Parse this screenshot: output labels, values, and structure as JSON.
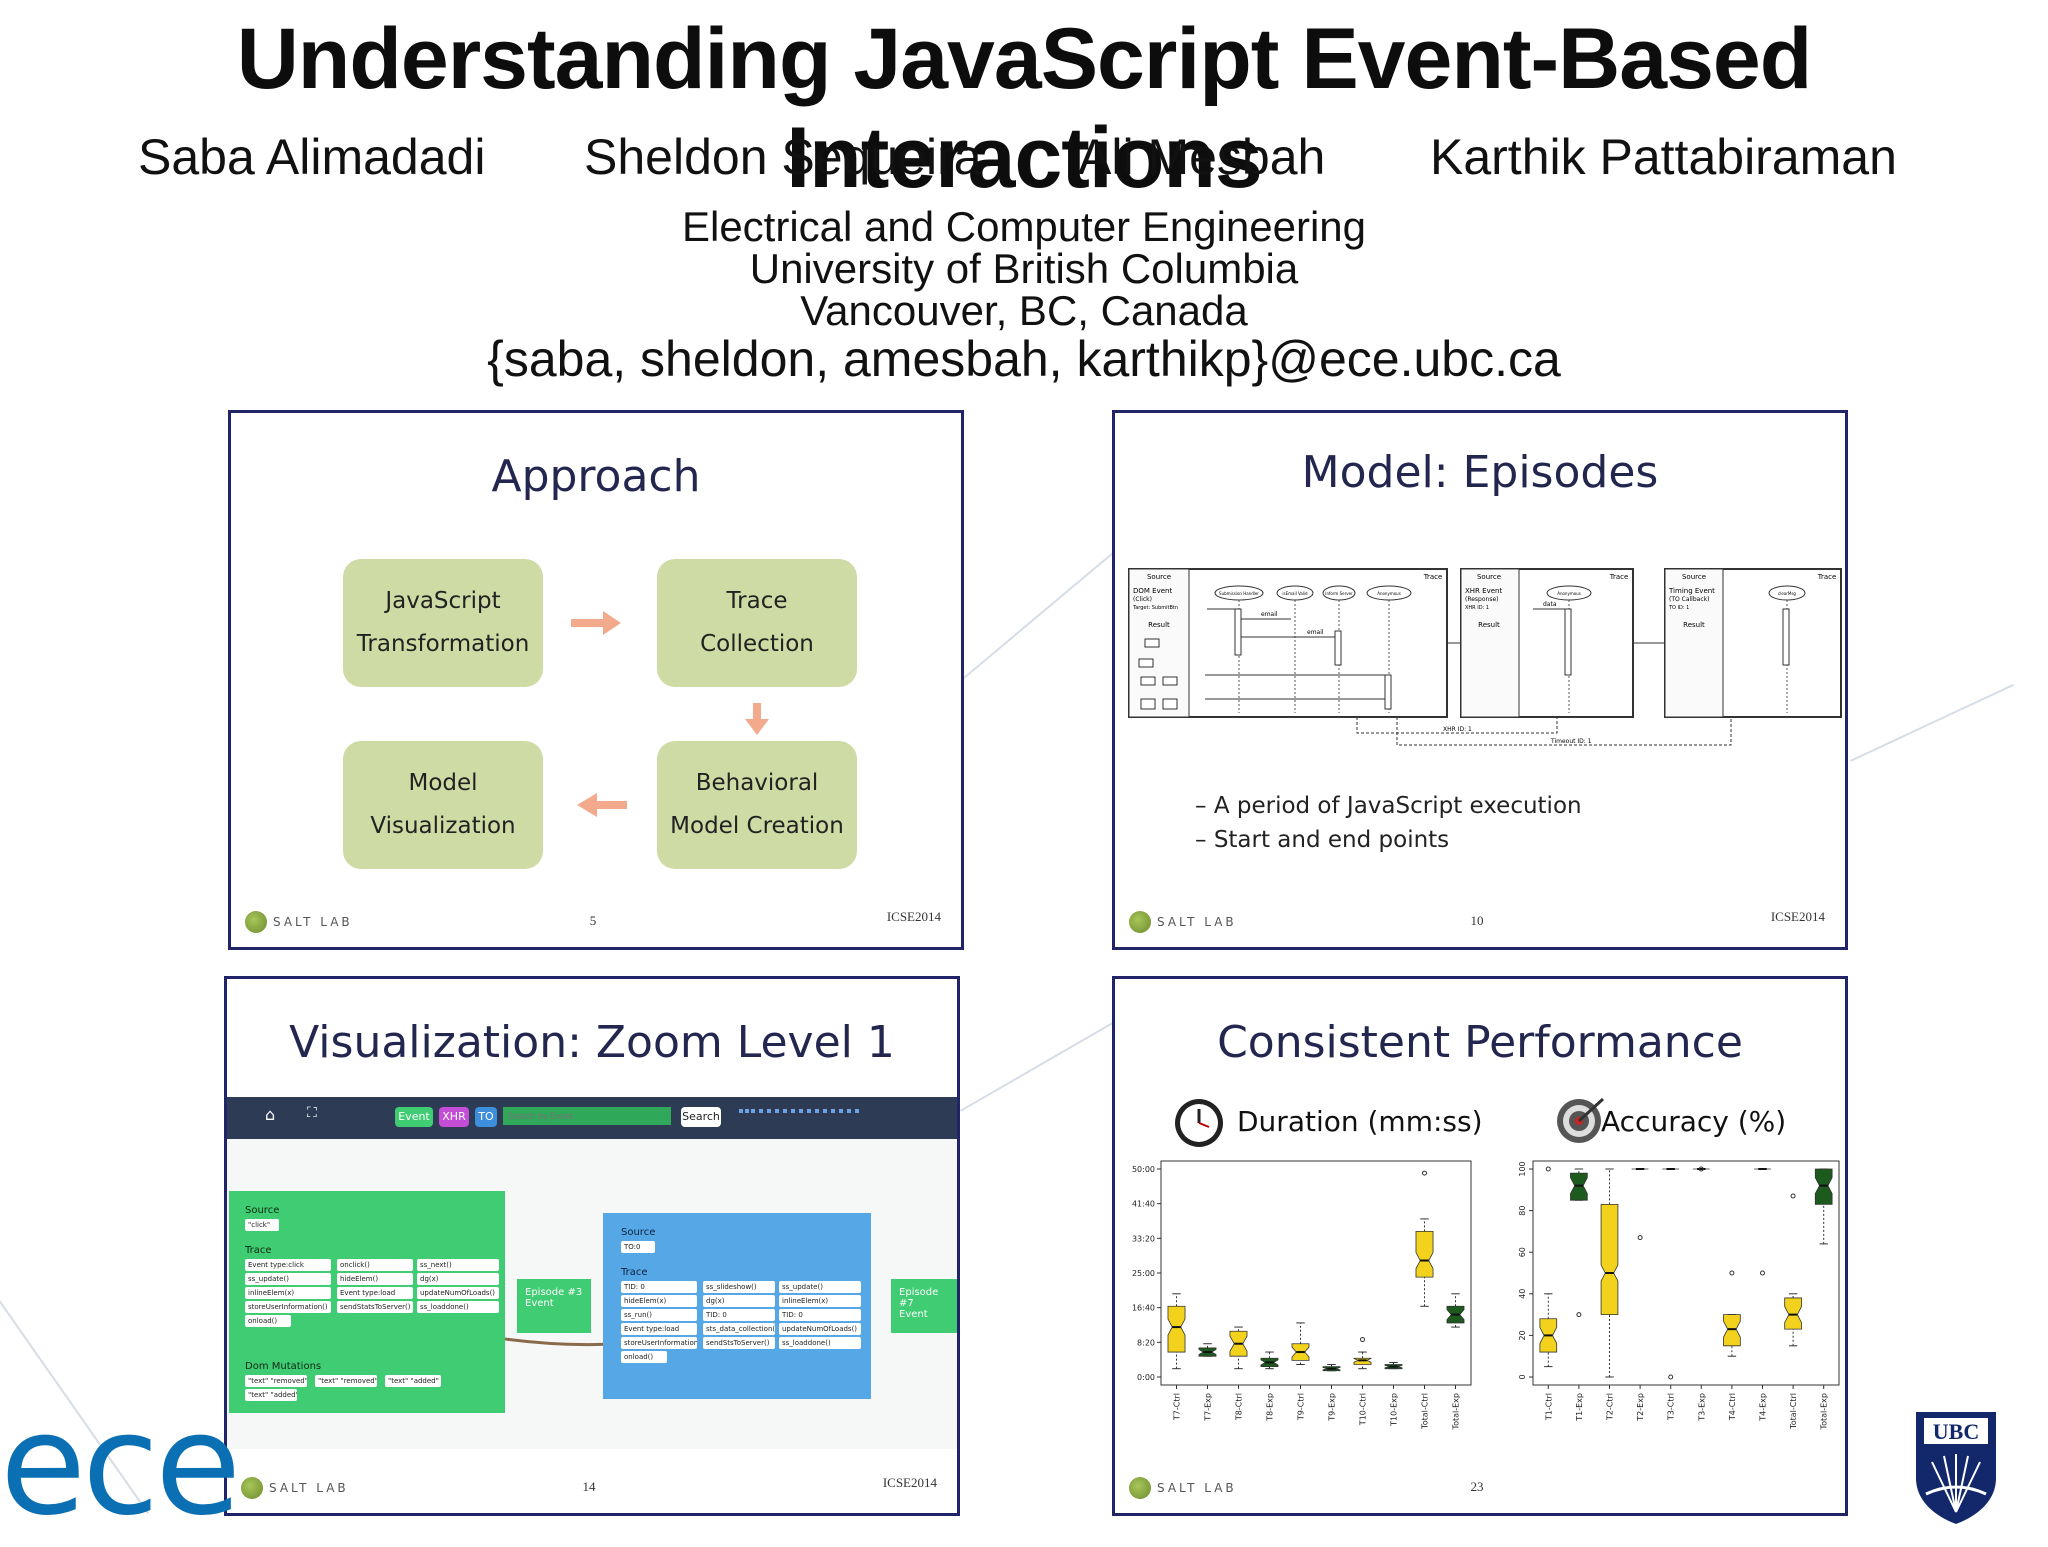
{
  "header": {
    "title": "Understanding JavaScript Event-Based Interactions",
    "authors": [
      "Saba Alimadadi",
      "Sheldon Sequeira",
      "Ali Mesbah",
      "Karthik Pattabiraman"
    ],
    "affiliation": [
      "Electrical and Computer Engineering",
      "University of British Columbia",
      "Vancouver, BC, Canada"
    ],
    "email": "{saba, sheldon, amesbah, karthikp}@ece.ubc.ca"
  },
  "common": {
    "lab": "SALT LAB",
    "conference": "ICSE2014"
  },
  "slides": {
    "approach": {
      "title": "Approach",
      "page": "5",
      "boxes": [
        {
          "line1": "JavaScript",
          "line2": "Transformation"
        },
        {
          "line1": "Trace",
          "line2": "Collection"
        },
        {
          "line1": "Model",
          "line2": "Visualization"
        },
        {
          "line1": "Behavioral",
          "line2": "Model Creation"
        }
      ]
    },
    "model": {
      "title": "Model: Episodes",
      "page": "10",
      "bullets": [
        "A period of JavaScript execution",
        "Start and end points"
      ],
      "episodes": [
        {
          "source": "Source",
          "trace": "Trace",
          "result": "Result",
          "event": "DOM Event",
          "detail1": "(Click)",
          "detail2": "Target: SubmitBtn"
        },
        {
          "source": "Source",
          "trace": "Trace",
          "result": "Result",
          "event": "XHR Event",
          "detail1": "(Response)",
          "detail2": "XHR ID: 1"
        },
        {
          "source": "Source",
          "trace": "Trace",
          "result": "Result",
          "event": "Timing Event",
          "detail1": "(TO Callback)",
          "detail2": "TO ID: 1"
        }
      ],
      "lifelines1": [
        "Submission Handler",
        "isEmail Valid",
        "Inform Server",
        "Anonymous"
      ],
      "lifelines2": [
        "Anonymous"
      ],
      "lifelines3": [
        "clearMsg"
      ],
      "msgs": [
        "email",
        "email",
        "data"
      ],
      "links": [
        "XHR ID: 1",
        "Timeout ID: 1"
      ]
    },
    "viz": {
      "title": "Visualization: Zoom Level 1",
      "page": "14",
      "toolbar": {
        "event": "Event",
        "xhr": "XHR",
        "to": "TO",
        "search_placeholder": "Search by Event",
        "search_button": "Search"
      },
      "green_panel": {
        "source_label": "Source",
        "source_value": "\"click\"",
        "trace_label": "Trace",
        "trace_cells": [
          "Event type:click",
          "onclick()",
          "ss_next()",
          "ss_update()",
          "hideElem()",
          "dg(x)",
          "inlineElem(x)",
          "Event type:load",
          "updateNumOfLoads()",
          "storeUserInformation()",
          "sendStatsToServer()",
          "ss_loaddone()",
          "onload()"
        ],
        "dom_label": "Dom Mutations",
        "dom_cells": [
          "\"text\" \"removed\"",
          "\"text\" \"removed\"",
          "\"text\" \"added\"",
          "\"text\" \"added\""
        ]
      },
      "blue_panel": {
        "source_label": "Source",
        "source_value": "TO:0",
        "trace_label": "Trace",
        "trace_cells": [
          "TID: 0",
          "ss_slideshow()",
          "ss_update()",
          "hideElem(x)",
          "dg(x)",
          "inlineElem(x)",
          "ss_run()",
          "TID: 0",
          "TID: 0",
          "Event type:load",
          "sts_data_collection()",
          "updateNumOfLoads()",
          "storeUserInformation()",
          "sendStsToServer()",
          "ss_loaddone()",
          "onload()"
        ]
      },
      "episode_a": {
        "line1": "Episode #3",
        "line2": "Event"
      },
      "episode_b": {
        "line1": "Episode #7",
        "line2": "Event"
      }
    },
    "perf": {
      "title": "Consistent Performance",
      "page": "23",
      "duration_label": "Duration (mm:ss)",
      "accuracy_label": "Accuracy (%)"
    }
  },
  "chart_data": [
    {
      "type": "box",
      "title": "Duration (mm:ss)",
      "ylim": [
        0,
        50
      ],
      "ytick_labels": [
        "0:00",
        "8:20",
        "16:40",
        "25:00",
        "33:20",
        "41:40",
        "50:00"
      ],
      "categories": [
        "T7-Ctrl",
        "T7-Exp",
        "T8-Ctrl",
        "T8-Exp",
        "T9-Ctrl",
        "T9-Exp",
        "T10-Ctrl",
        "T10-Exp",
        "Total-Ctrl",
        "Total-Exp"
      ],
      "boxes": [
        {
          "q1": 6,
          "median": 12,
          "q3": 17,
          "min": 2,
          "max": 20,
          "color": "#f2d21c"
        },
        {
          "q1": 5,
          "median": 6,
          "q3": 7,
          "min": 5,
          "max": 8,
          "color": "#1d5a1d"
        },
        {
          "q1": 5,
          "median": 8,
          "q3": 11,
          "min": 2,
          "max": 12,
          "color": "#f2d21c"
        },
        {
          "q1": 2.5,
          "median": 3.5,
          "q3": 4.5,
          "min": 2,
          "max": 6,
          "color": "#1d5a1d"
        },
        {
          "q1": 4,
          "median": 6,
          "q3": 8,
          "min": 3,
          "max": 13,
          "color": "#f2d21c"
        },
        {
          "q1": 1.5,
          "median": 2,
          "q3": 2.5,
          "min": 1.5,
          "max": 3,
          "color": "#1d5a1d"
        },
        {
          "q1": 3,
          "median": 4,
          "q3": 4.5,
          "min": 2,
          "max": 6,
          "color": "#f2d21c"
        },
        {
          "q1": 2,
          "median": 2.5,
          "q3": 3,
          "min": 2,
          "max": 3.5,
          "color": "#1d5a1d"
        },
        {
          "q1": 24,
          "median": 28,
          "q3": 35,
          "min": 17,
          "max": 38,
          "color": "#f2d21c"
        },
        {
          "q1": 13,
          "median": 15,
          "q3": 17,
          "min": 12,
          "max": 20,
          "color": "#1d5a1d"
        }
      ],
      "outliers": [
        {
          "category": "T10-Ctrl",
          "value": 9
        },
        {
          "category": "Total-Ctrl",
          "value": 49
        }
      ]
    },
    {
      "type": "box",
      "title": "Accuracy (%)",
      "ylim": [
        0,
        100
      ],
      "ytick_labels": [
        "0",
        "20",
        "40",
        "60",
        "80",
        "100"
      ],
      "categories": [
        "T1-Ctrl",
        "T1-Exp",
        "T2-Ctrl",
        "T2-Exp",
        "T3-Ctrl",
        "T3-Exp",
        "T4-Ctrl",
        "T4-Exp",
        "Total-Ctrl",
        "Total-Exp"
      ],
      "boxes": [
        {
          "q1": 12,
          "median": 20,
          "q3": 28,
          "min": 5,
          "max": 40,
          "color": "#f2d21c"
        },
        {
          "q1": 85,
          "median": 92,
          "q3": 98,
          "min": 85,
          "max": 100,
          "color": "#1d5a1d"
        },
        {
          "q1": 30,
          "median": 50,
          "q3": 83,
          "min": 0,
          "max": 100,
          "color": "#f2d21c"
        },
        {
          "q1": 100,
          "median": 100,
          "q3": 100,
          "min": 100,
          "max": 100,
          "color": "#1d5a1d"
        },
        {
          "q1": 100,
          "median": 100,
          "q3": 100,
          "min": 100,
          "max": 100,
          "color": "#f2d21c"
        },
        {
          "q1": 100,
          "median": 100,
          "q3": 100,
          "min": 100,
          "max": 100,
          "color": "#1d5a1d"
        },
        {
          "q1": 15,
          "median": 23,
          "q3": 30,
          "min": 10,
          "max": 30,
          "color": "#f2d21c"
        },
        {
          "q1": 100,
          "median": 100,
          "q3": 100,
          "min": 100,
          "max": 100,
          "color": "#1d5a1d"
        },
        {
          "q1": 23,
          "median": 30,
          "q3": 38,
          "min": 15,
          "max": 40,
          "color": "#f2d21c"
        },
        {
          "q1": 83,
          "median": 92,
          "q3": 100,
          "min": 64,
          "max": 100,
          "color": "#1d5a1d"
        }
      ],
      "outliers": [
        {
          "category": "T1-Ctrl",
          "value": 100
        },
        {
          "category": "T1-Exp",
          "value": 30
        },
        {
          "category": "T2-Exp",
          "value": 67
        },
        {
          "category": "T3-Ctrl",
          "value": 0
        },
        {
          "category": "T3-Exp",
          "value": 100
        },
        {
          "category": "T4-Ctrl",
          "value": 50
        },
        {
          "category": "T4-Exp",
          "value": 50
        },
        {
          "category": "Total-Ctrl",
          "value": 87
        }
      ]
    }
  ]
}
